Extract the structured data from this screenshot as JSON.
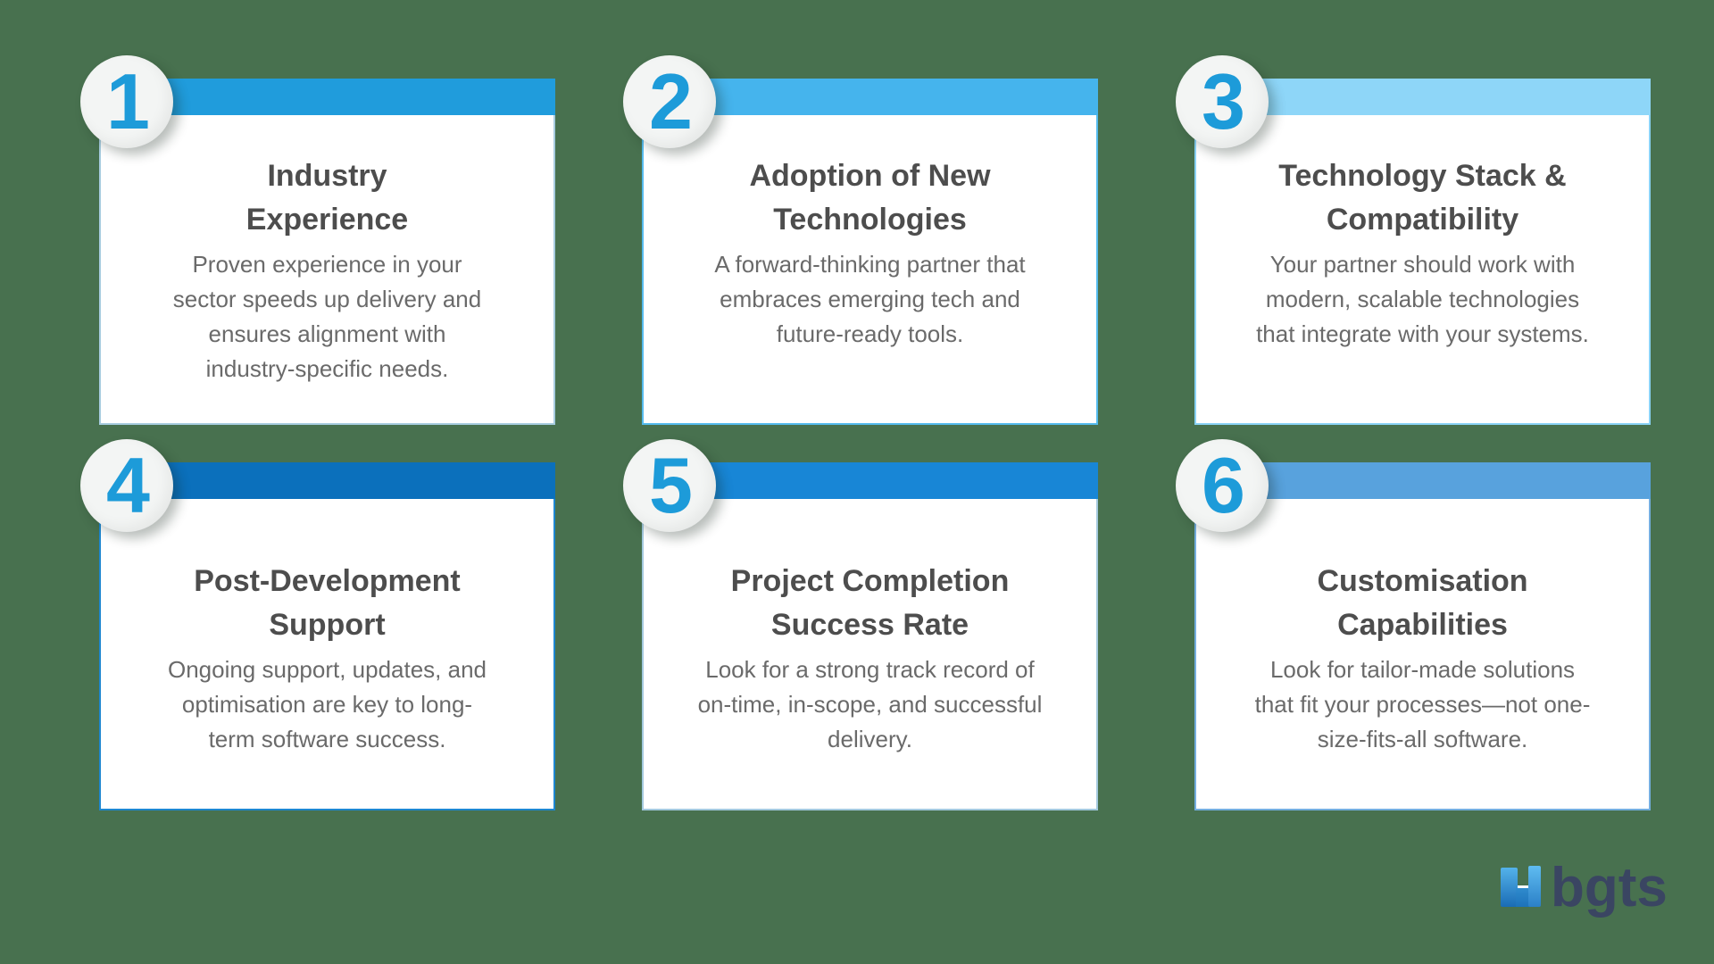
{
  "canvas": {
    "background_color": "#48714F",
    "card_background": "#FFFFFF",
    "badge_background": "#F3F5F4",
    "number_color": "#1D9BD9",
    "title_color": "#4D4D4D",
    "description_color": "#6A6A6A"
  },
  "cards": [
    {
      "number": "1",
      "bar_color": "#209CDC",
      "border_color": "#A7CCDF",
      "title_lines": [
        "Industry",
        "Experience"
      ],
      "desc_lines": [
        "Proven experience in your",
        "sector speeds up delivery and",
        "ensures alignment with",
        "industry-specific needs."
      ]
    },
    {
      "number": "2",
      "bar_color": "#45B4ED",
      "border_color": "#55BBEE",
      "title_lines": [
        "Adoption of New",
        "Technologies"
      ],
      "desc_lines": [
        "A forward-thinking partner that",
        "embraces emerging tech and",
        "future-ready tools."
      ]
    },
    {
      "number": "3",
      "bar_color": "#8ED6F8",
      "border_color": "#8AD2F5",
      "title_lines": [
        "Technology Stack &",
        "Compatibility"
      ],
      "desc_lines": [
        "Your partner should work with",
        "modern, scalable technologies",
        "that integrate with your systems."
      ]
    },
    {
      "number": "4",
      "bar_color": "#0B70BC",
      "border_color": "#1E87D0",
      "title_lines": [
        "Post-Development",
        "Support"
      ],
      "desc_lines": [
        "Ongoing support, updates, and",
        "optimisation are key to long-",
        "term software success."
      ]
    },
    {
      "number": "5",
      "bar_color": "#1886D6",
      "border_color": "#A3C9DE",
      "title_lines": [
        "Project Completion",
        "Success Rate"
      ],
      "desc_lines": [
        "Look for a strong track record of",
        "on-time, in-scope, and successful",
        "delivery."
      ]
    },
    {
      "number": "6",
      "bar_color": "#58A2DD",
      "border_color": "#74AEDF",
      "title_lines": [
        "Customisation",
        "Capabilities"
      ],
      "desc_lines": [
        "Look for tailor-made solutions",
        "that fit your processes—not one-",
        "size-fits-all software."
      ]
    }
  ],
  "logo": {
    "text": "bgts",
    "text_color": "#3A4562",
    "icon_blue_light": "#5FBCF1",
    "icon_blue_dark": "#1A6CB5"
  }
}
